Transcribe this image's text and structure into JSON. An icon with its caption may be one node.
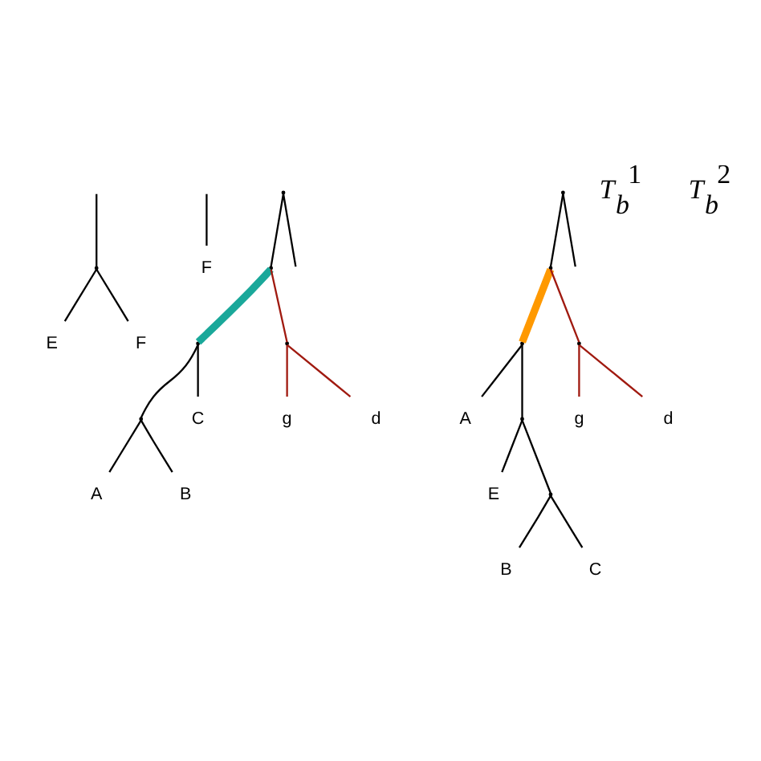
{
  "diagram": {
    "nodes": [
      {
        "text": [],
        "shape": "point"
      },
      {
        "text": [
          "E"
        ]
      },
      {
        "text": [
          "F"
        ]
      },
      {
        "text": [
          "F"
        ]
      },
      {
        "text": [],
        "shape": "point"
      },
      {
        "text": [],
        "shape": "point"
      },
      {
        "text": [],
        "shape": "point"
      },
      {
        "text": [],
        "shape": "point"
      },
      {
        "text": [
          "A"
        ]
      },
      {
        "text": [
          "B"
        ]
      },
      {
        "text": [
          "C"
        ]
      },
      {
        "text": [],
        "shape": "point"
      },
      {
        "text": [
          "g"
        ]
      },
      {
        "text": [
          "d"
        ]
      },
      {
        "text": [],
        "shape": "point"
      },
      {
        "text": [],
        "shape": "point"
      },
      {
        "text": [],
        "shape": "point"
      },
      {
        "text": [
          "A"
        ]
      },
      {
        "text": [],
        "shape": "point"
      },
      {
        "text": [
          "E"
        ]
      },
      {
        "text": [],
        "shape": "point"
      },
      {
        "text": [
          "B"
        ]
      },
      {
        "text": [
          "C"
        ]
      },
      {
        "text": [],
        "shape": "point"
      },
      {
        "text": [
          "g"
        ]
      },
      {
        "text": [
          "d"
        ]
      }
    ],
    "edges": [
      {
        "from": null,
        "to": 0,
        "arrow": "none"
      },
      {
        "from": 0,
        "to": 1,
        "arrow": "none"
      },
      {
        "from": 0,
        "to": 2,
        "arrow": "none"
      },
      {
        "from": null,
        "to": 3,
        "arrow": "none"
      },
      {
        "from": 4,
        "to": null,
        "arrow": "none"
      },
      {
        "from": 4,
        "to": 5,
        "arrow": "none"
      },
      {
        "from": 5,
        "to": 6,
        "arrow": "none",
        "style": "thick",
        "color": "#1aa89a"
      },
      {
        "from": 5,
        "to": 11,
        "arrow": "none",
        "color": "#a01a10"
      },
      {
        "from": 6,
        "to": 7,
        "arrow": "none"
      },
      {
        "from": 6,
        "to": 10,
        "arrow": "none"
      },
      {
        "from": 7,
        "to": 8,
        "arrow": "none"
      },
      {
        "from": 7,
        "to": 9,
        "arrow": "none"
      },
      {
        "from": 11,
        "to": 12,
        "arrow": "none",
        "color": "#a01a10"
      },
      {
        "from": 11,
        "to": 13,
        "arrow": "none",
        "color": "#a01a10"
      },
      {
        "from": 14,
        "to": null,
        "arrow": "none"
      },
      {
        "from": 14,
        "to": 15,
        "arrow": "none"
      },
      {
        "from": 15,
        "to": 16,
        "arrow": "none",
        "style": "thick",
        "color": "#ff9900"
      },
      {
        "from": 15,
        "to": 23,
        "arrow": "none",
        "color": "#a01a10"
      },
      {
        "from": 16,
        "to": 17,
        "arrow": "none"
      },
      {
        "from": 16,
        "to": 18,
        "arrow": "none"
      },
      {
        "from": 18,
        "to": 19,
        "arrow": "none"
      },
      {
        "from": 18,
        "to": 20,
        "arrow": "none"
      },
      {
        "from": 20,
        "to": 21,
        "arrow": "none"
      },
      {
        "from": 20,
        "to": 22,
        "arrow": "none"
      },
      {
        "from": 23,
        "to": 24,
        "arrow": "none",
        "color": "#a01a10"
      },
      {
        "from": 23,
        "to": 25,
        "arrow": "none",
        "color": "#a01a10"
      }
    ],
    "labels": [
      "*T*$_{b}$$^{1}$",
      "*T*$_{b}$$^{2}$"
    ]
  }
}
